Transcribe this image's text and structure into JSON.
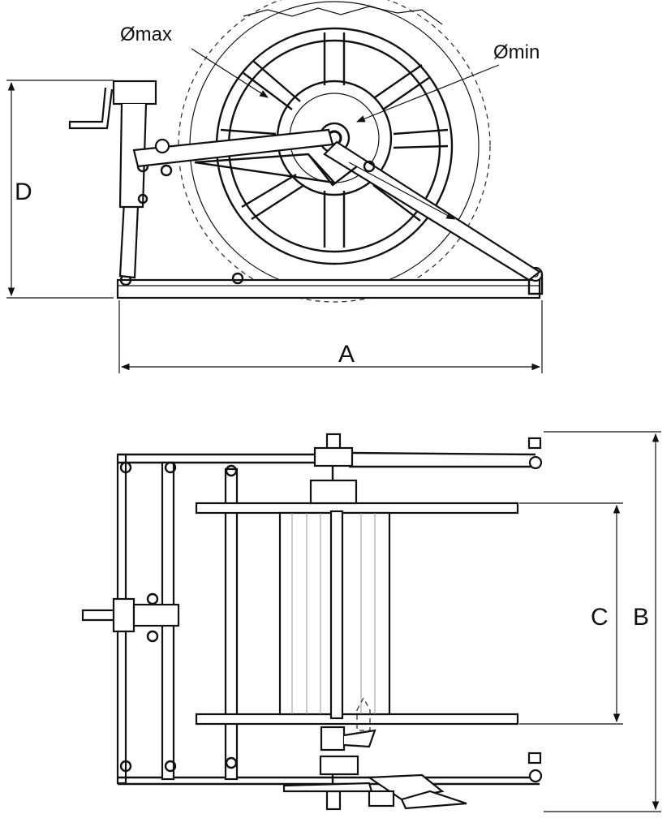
{
  "labels": {
    "dia_max": "Ømax",
    "dia_min": "Ømin",
    "dim_a": "A",
    "dim_b": "B",
    "dim_c": "C",
    "dim_d": "D"
  },
  "colors": {
    "line": "#111111",
    "background": "#ffffff"
  }
}
